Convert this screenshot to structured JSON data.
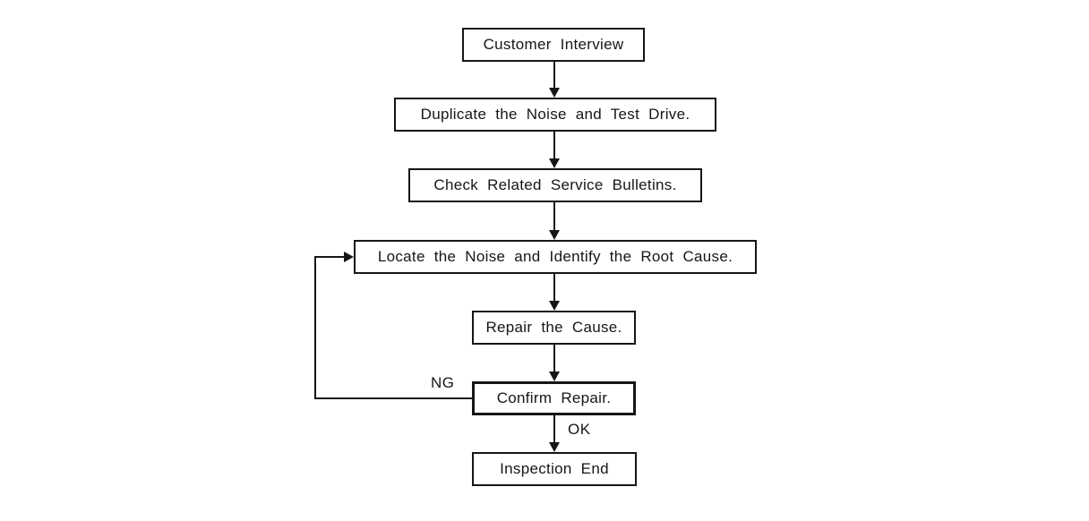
{
  "flowchart": {
    "nodes": [
      {
        "id": "customer-interview",
        "label": "Customer Interview"
      },
      {
        "id": "duplicate-noise-test-drive",
        "label": "Duplicate the Noise and Test Drive."
      },
      {
        "id": "check-service-bulletins",
        "label": "Check Related Service Bulletins."
      },
      {
        "id": "locate-noise-root-cause",
        "label": "Locate the Noise and Identify the Root Cause."
      },
      {
        "id": "repair-cause",
        "label": "Repair the Cause."
      },
      {
        "id": "confirm-repair",
        "label": "Confirm Repair."
      },
      {
        "id": "inspection-end",
        "label": "Inspection End"
      }
    ],
    "edges": [
      {
        "from": "customer-interview",
        "to": "duplicate-noise-test-drive",
        "label": ""
      },
      {
        "from": "duplicate-noise-test-drive",
        "to": "check-service-bulletins",
        "label": ""
      },
      {
        "from": "check-service-bulletins",
        "to": "locate-noise-root-cause",
        "label": ""
      },
      {
        "from": "locate-noise-root-cause",
        "to": "repair-cause",
        "label": ""
      },
      {
        "from": "repair-cause",
        "to": "confirm-repair",
        "label": ""
      },
      {
        "from": "confirm-repair",
        "to": "inspection-end",
        "label": "OK"
      },
      {
        "from": "confirm-repair",
        "to": "locate-noise-root-cause",
        "label": "NG"
      }
    ],
    "edge_labels": {
      "fail": "NG",
      "pass": "OK"
    },
    "colors": {
      "line": "#161616",
      "background": "#ffffff"
    }
  }
}
